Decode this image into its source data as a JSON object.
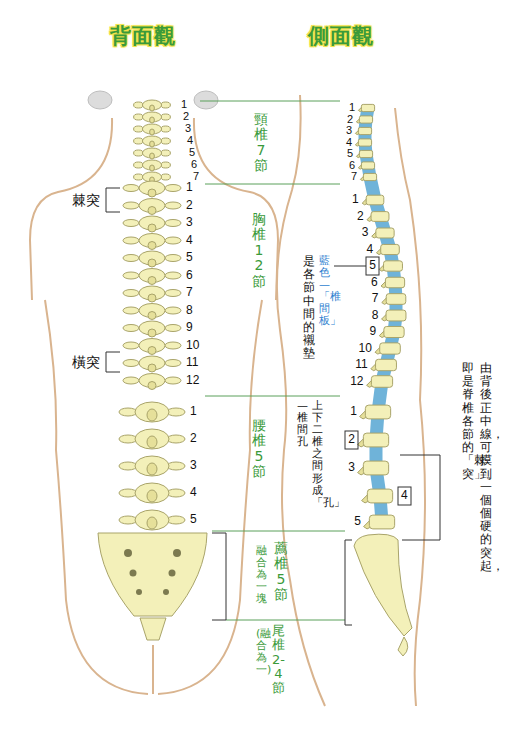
{
  "diagram": {
    "labels": [
      "背面觀",
      "側面觀",
      "1",
      "2",
      "3",
      "4",
      "5",
      "6",
      "7",
      "1",
      "2",
      "3",
      "4",
      "5",
      "6",
      "7",
      "8",
      "9",
      "10",
      "11",
      "12",
      "1",
      "2",
      "3",
      "4",
      "5",
      "1",
      "2",
      "3",
      "4",
      "5",
      "6",
      "7",
      "1",
      "2",
      "3",
      "4",
      "5",
      "6",
      "7",
      "8",
      "9",
      "10",
      "11",
      "12",
      "1",
      "2",
      "3",
      "4",
      "5",
      "棘突",
      "橫突",
      "頸椎7節",
      "胸椎12節",
      "腰椎5節",
      "薦椎5節",
      "融合為一塊",
      "尾椎2-4節",
      "(融合為一)",
      "藍色—「椎間板」",
      "是各節中間的襯墊",
      "上下二椎之間形成「孔」",
      "—椎間孔",
      "由背後正中線，可摸到一個個硬的突起，",
      "即是脊椎各節的「棘突」。"
    ]
  }
}
